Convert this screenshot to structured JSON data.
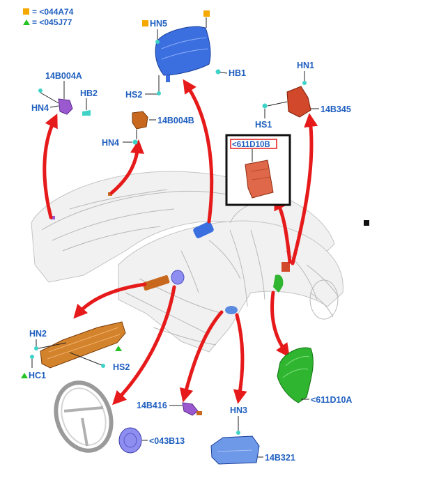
{
  "legend": {
    "square_text": "= <044A74",
    "triangle_text": "= <045J77",
    "square_color": "#f5a800",
    "triangle_color": "#22c322"
  },
  "labels": {
    "hn5": "HN5",
    "hb1": "HB1",
    "hs2_top": "HS2",
    "b004a": "14B004A",
    "hb2": "HB2",
    "hn4_left": "HN4",
    "b004b": "14B004B",
    "hn4_mid": "HN4",
    "hn1": "HN1",
    "b345": "14B345",
    "hs1": "HS1",
    "module_callout": "<611D10B",
    "hn2": "HN2",
    "hc1": "HC1",
    "hs2_bottom": "HS2",
    "b416": "14B416",
    "hn3": "HN3",
    "d10a": "<611D10A",
    "b13": "<043B13",
    "b321": "14B321"
  },
  "colors": {
    "label": "#1f5fbf",
    "arrow": "#e61a1a",
    "airbag_blue": "#3b6fe0",
    "sensor_orange": "#c8681e",
    "sensor_red": "#d2482a",
    "clip_purple": "#9b59d0",
    "seat_green": "#2fb52f",
    "module_blue": "#5a8be0",
    "connector_teal": "#3fd3c8"
  }
}
